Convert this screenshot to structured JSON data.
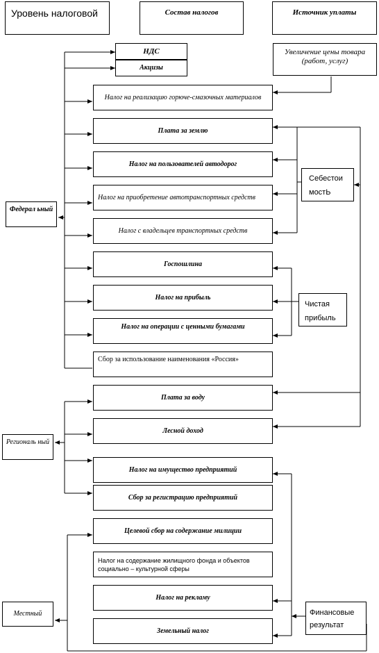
{
  "headers": {
    "level": "Уровень налоговой",
    "taxes": "Состав налогов",
    "source": "Источник уплаты"
  },
  "levels": {
    "federal": "Федерал ьный",
    "regional": "Региональ ный",
    "local": "Местный"
  },
  "sources": {
    "price_increase": "Увеличение цены товара (работ, услуг)",
    "cost": "Себестои мостЬ",
    "net_profit": "Чистая прибыль",
    "financial_result": "Финансовые результат"
  },
  "taxes": {
    "nds": "НДС",
    "excise": "Акцизы",
    "fuel": "Налог на реализацию горюче-смазочных материалов",
    "land_fee": "Плата за землю",
    "road_users": "Налог на пользователей автодорог",
    "vehicle_purchase": "Налог на приобретение автотранспортных средств",
    "vehicle_owners": "Налог с владельцев транспортных средств",
    "state_duty": "Госпошлина",
    "profit": "Налог на прибыль",
    "securities": "Налог на операции с ценными бумагами",
    "russia_name": "Сбор за использование наименования «Россия»",
    "water": "Плата за воду",
    "forest": "Лесной доход",
    "property": "Налог на имущество предприятий",
    "registration": "Сбор за регистрацию предприятий",
    "militia": "Целевой сбор на содержание милиции",
    "housing": "Налог на содержание жилищного фонда и объектов социально – культурной сферы",
    "advertising": "Налог на рекламу",
    "land_tax": "Земельный налог"
  }
}
